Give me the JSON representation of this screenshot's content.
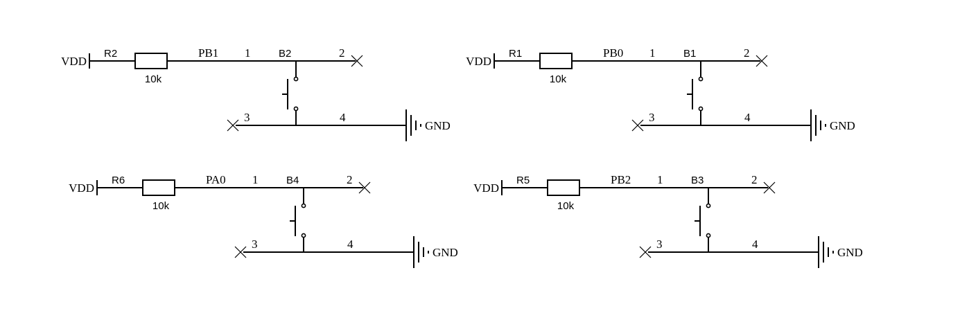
{
  "circuits": [
    {
      "supply": "VDD",
      "resistor_ref": "R2",
      "resistor_value": "10k",
      "net": "PB1",
      "switch_ref": "B2",
      "pins": [
        "1",
        "2",
        "3",
        "4"
      ],
      "ground": "GND"
    },
    {
      "supply": "VDD",
      "resistor_ref": "R1",
      "resistor_value": "10k",
      "net": "PB0",
      "switch_ref": "B1",
      "pins": [
        "1",
        "2",
        "3",
        "4"
      ],
      "ground": "GND"
    },
    {
      "supply": "VDD",
      "resistor_ref": "R6",
      "resistor_value": "10k",
      "net": "PA0",
      "switch_ref": "B4",
      "pins": [
        "1",
        "2",
        "3",
        "4"
      ],
      "ground": "GND"
    },
    {
      "supply": "VDD",
      "resistor_ref": "R5",
      "resistor_value": "10k",
      "net": "PB2",
      "switch_ref": "B3",
      "pins": [
        "1",
        "2",
        "3",
        "4"
      ],
      "ground": "GND"
    }
  ]
}
